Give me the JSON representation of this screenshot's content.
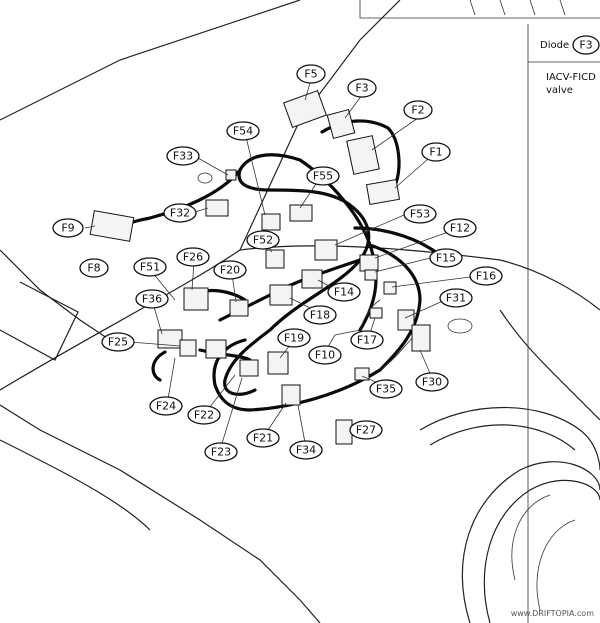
{
  "labels": {
    "F1": "F1",
    "F2": "F2",
    "F3": "F3",
    "F5": "F5",
    "F8": "F8",
    "F9": "F9",
    "F10": "F10",
    "F12": "F12",
    "F14": "F14",
    "F15": "F15",
    "F16": "F16",
    "F17": "F17",
    "F18": "F18",
    "F19": "F19",
    "F20": "F20",
    "F21": "F21",
    "F22": "F22",
    "F23": "F23",
    "F24": "F24",
    "F25": "F25",
    "F26": "F26",
    "F27": "F27",
    "F30": "F30",
    "F31": "F31",
    "F32": "F32",
    "F33": "F33",
    "F34": "F34",
    "F35": "F35",
    "F36": "F36",
    "F51": "F51",
    "F52": "F52",
    "F53": "F53",
    "F54": "F54",
    "F55": "F55"
  },
  "legend": {
    "diode_label": "Diode",
    "diode_code": "F3",
    "valve_line1": "IACV-FICD",
    "valve_line2": "valve"
  },
  "watermark": "www.DRIFTOPIA.com"
}
